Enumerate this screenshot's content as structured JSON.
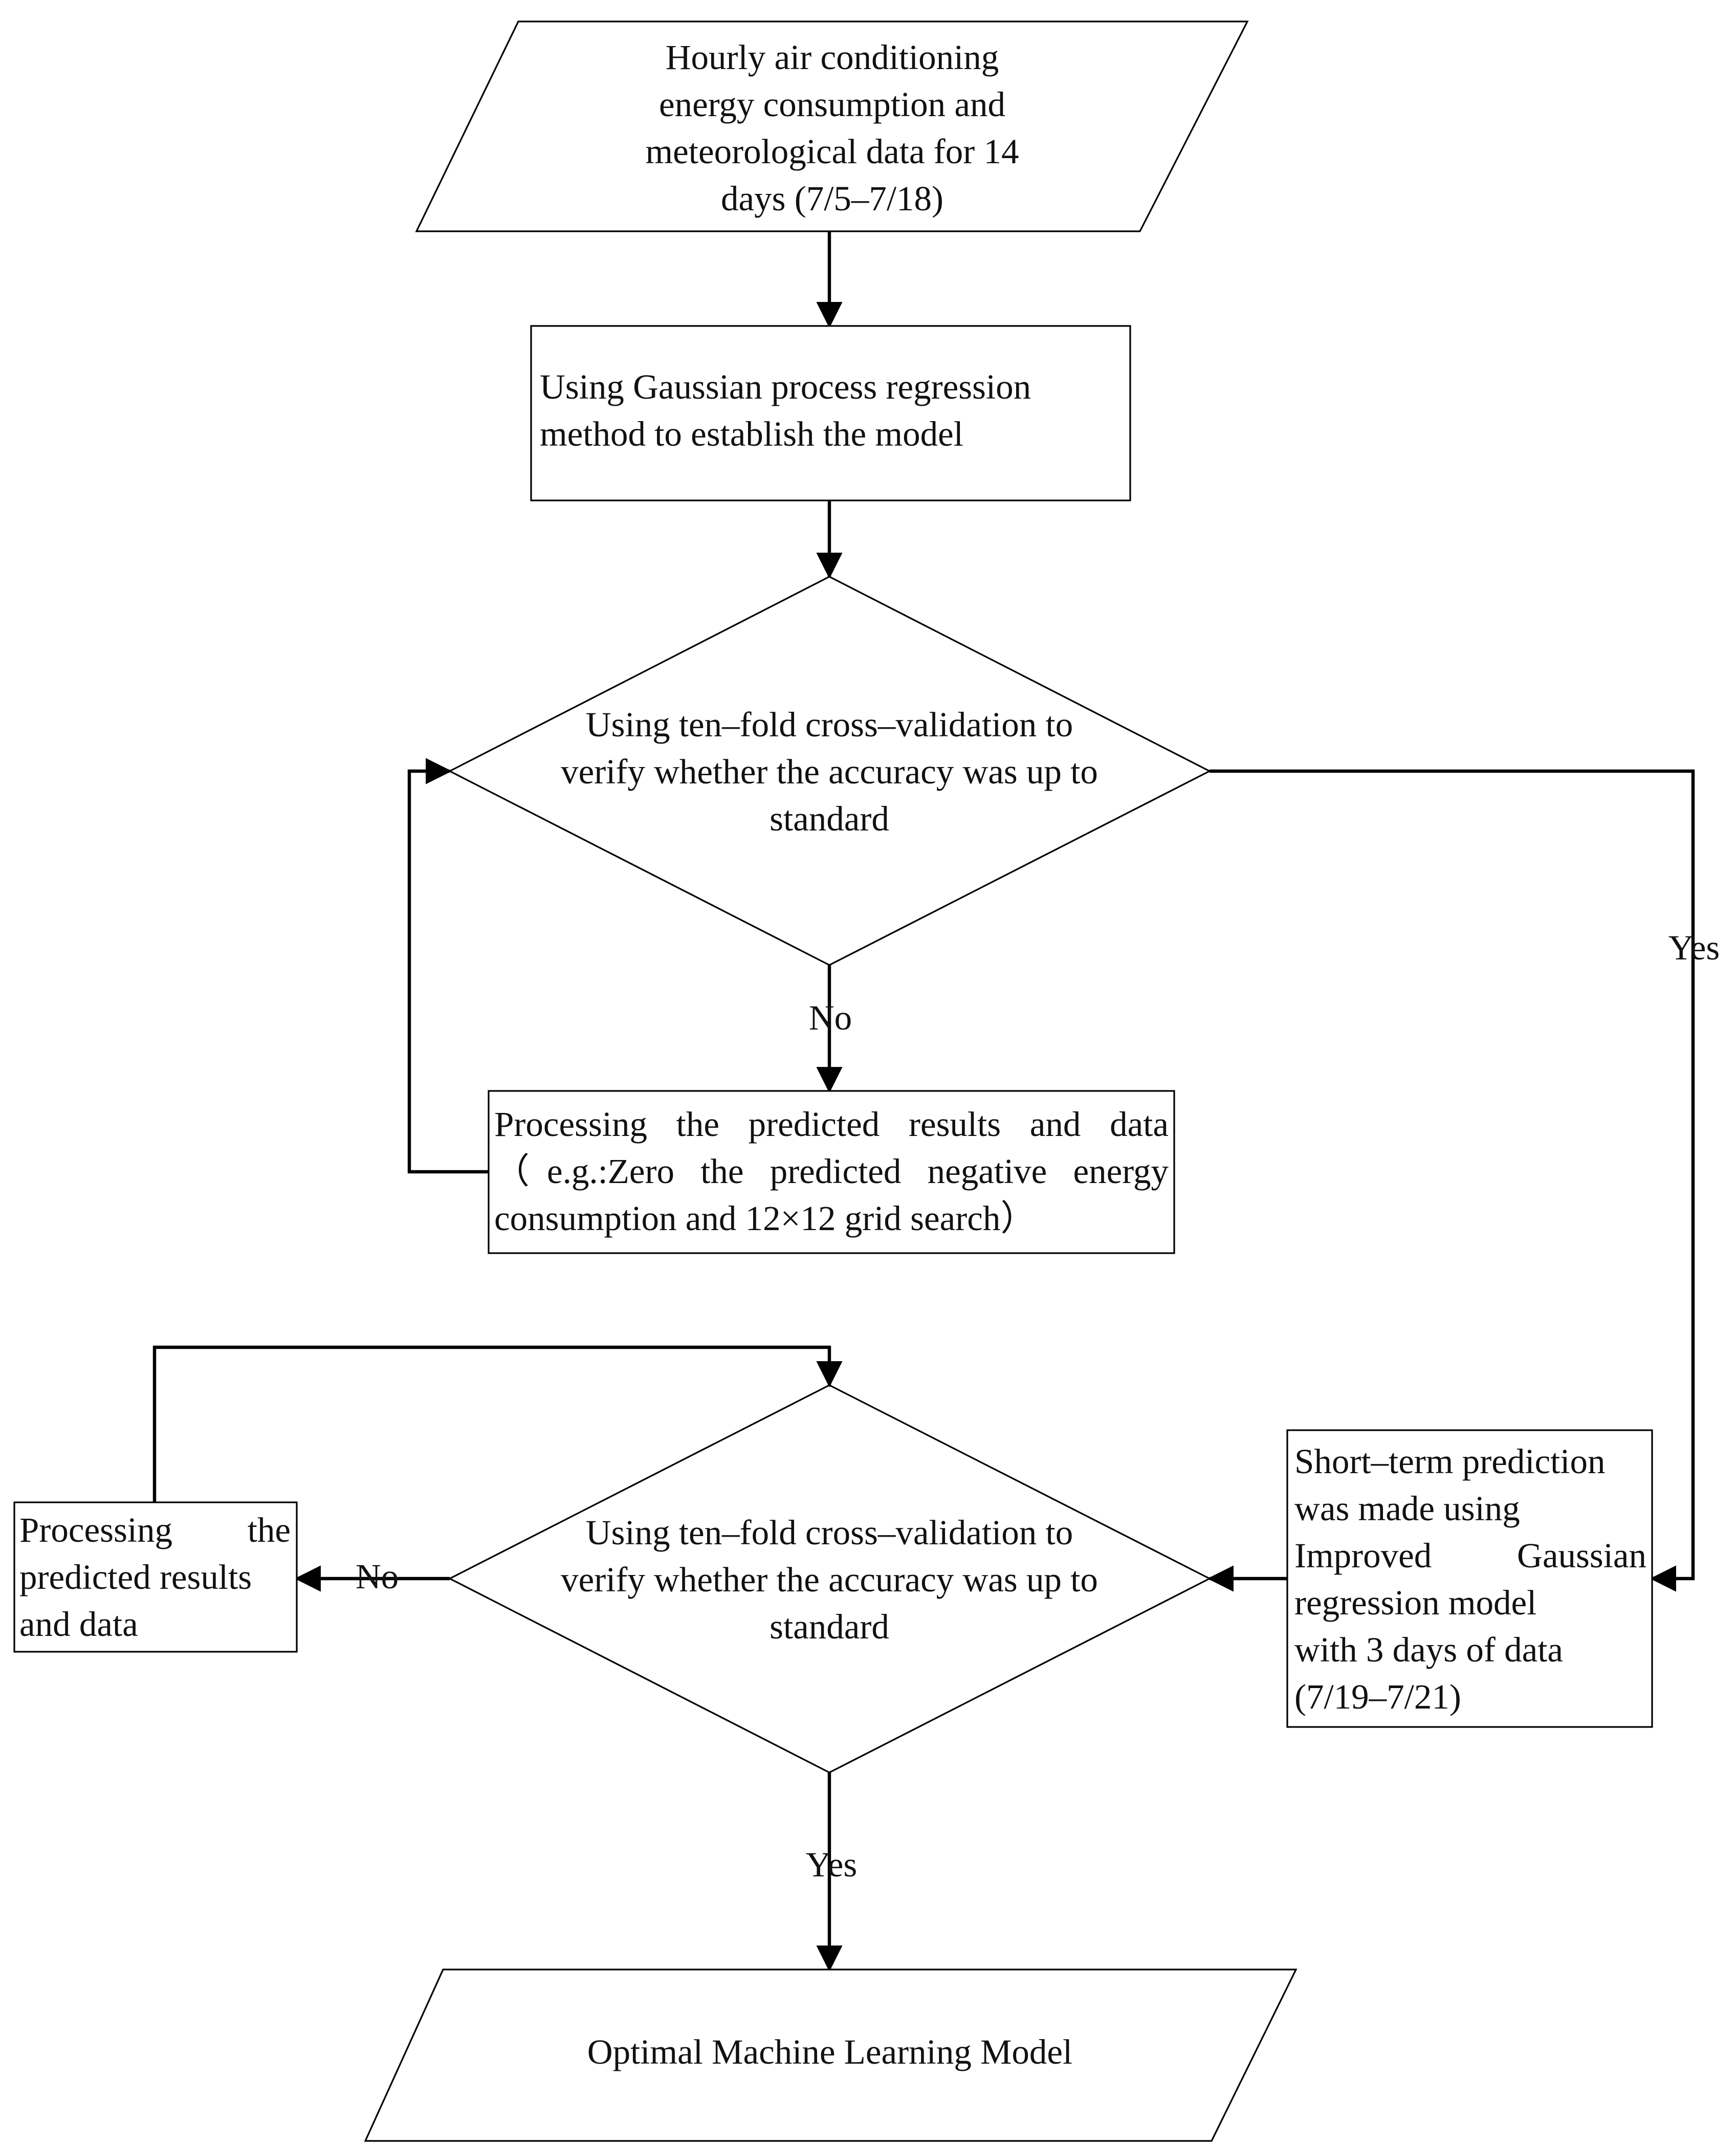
{
  "nodes": {
    "input_data": {
      "lines": [
        "Hourly air conditioning",
        "energy consumption and",
        "meteorological data for 14",
        "days (7/5–7/18)"
      ]
    },
    "gpr_model": {
      "lines": [
        "Using Gaussian process regression",
        "method  to establish the model"
      ]
    },
    "decision_1": {
      "lines": [
        "Using ten–fold cross–validation to",
        "verify whether the accuracy was up to",
        "standard"
      ]
    },
    "process_1": {
      "lines": [
        "Processing the predicted results and data",
        "（e.g.:Zero the predicted negative energy",
        "consumption and 12×12 grid search）"
      ]
    },
    "short_term_prediction": {
      "lines": [
        "Short–term prediction",
        " was made using",
        "Improved    Gaussian",
        "regression model",
        " with 3 days of data",
        "(7/19–7/21)"
      ]
    },
    "decision_2": {
      "lines": [
        "Using ten–fold cross–validation to",
        "verify whether the accuracy was up to",
        "standard"
      ]
    },
    "process_2": {
      "lines": [
        "Processing      the",
        "predicted results",
        "and data"
      ]
    },
    "output_model": {
      "lines": [
        "Optimal Machine Learning Model"
      ]
    }
  },
  "edge_labels": {
    "decision_1_yes": "Yes",
    "decision_1_no": "No",
    "decision_2_no": "No",
    "decision_2_yes": "Yes"
  }
}
